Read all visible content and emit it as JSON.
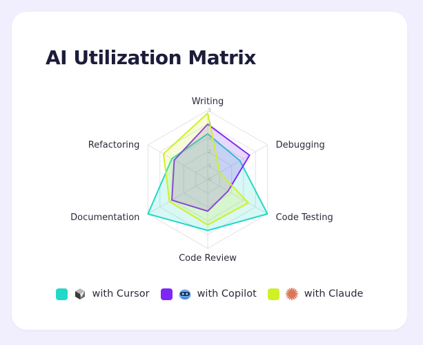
{
  "card": {
    "title": "AI Utilization Matrix"
  },
  "chart_data": {
    "type": "radar",
    "title": "AI Utilization Matrix",
    "axes": [
      "Writing",
      "Debugging",
      "Code Testing",
      "Code Review",
      "Documentation",
      "Refactoring"
    ],
    "ticks": [
      "0",
      "1",
      "2",
      "3",
      "4",
      "5"
    ],
    "range": [
      0,
      5
    ],
    "series": [
      {
        "name": "with Cursor",
        "color": "#22d8c6",
        "values": [
          3.3,
          2.7,
          5.0,
          3.7,
          5.0,
          3.0
        ]
      },
      {
        "name": "with Copilot",
        "color": "#7c27f5",
        "values": [
          4.0,
          3.5,
          1.7,
          2.3,
          3.0,
          2.8
        ]
      },
      {
        "name": "with Claude",
        "color": "#d0f028",
        "values": [
          4.8,
          1.0,
          3.4,
          3.3,
          3.2,
          3.7
        ]
      }
    ],
    "legend_position": "bottom"
  },
  "legend": {
    "items": [
      {
        "label": "with Cursor",
        "color": "#22d8c6",
        "icon": "cursor-icon"
      },
      {
        "label": "with Copilot",
        "color": "#7c27f5",
        "icon": "copilot-icon"
      },
      {
        "label": "with Claude",
        "color": "#d0f028",
        "icon": "claude-icon"
      }
    ]
  }
}
